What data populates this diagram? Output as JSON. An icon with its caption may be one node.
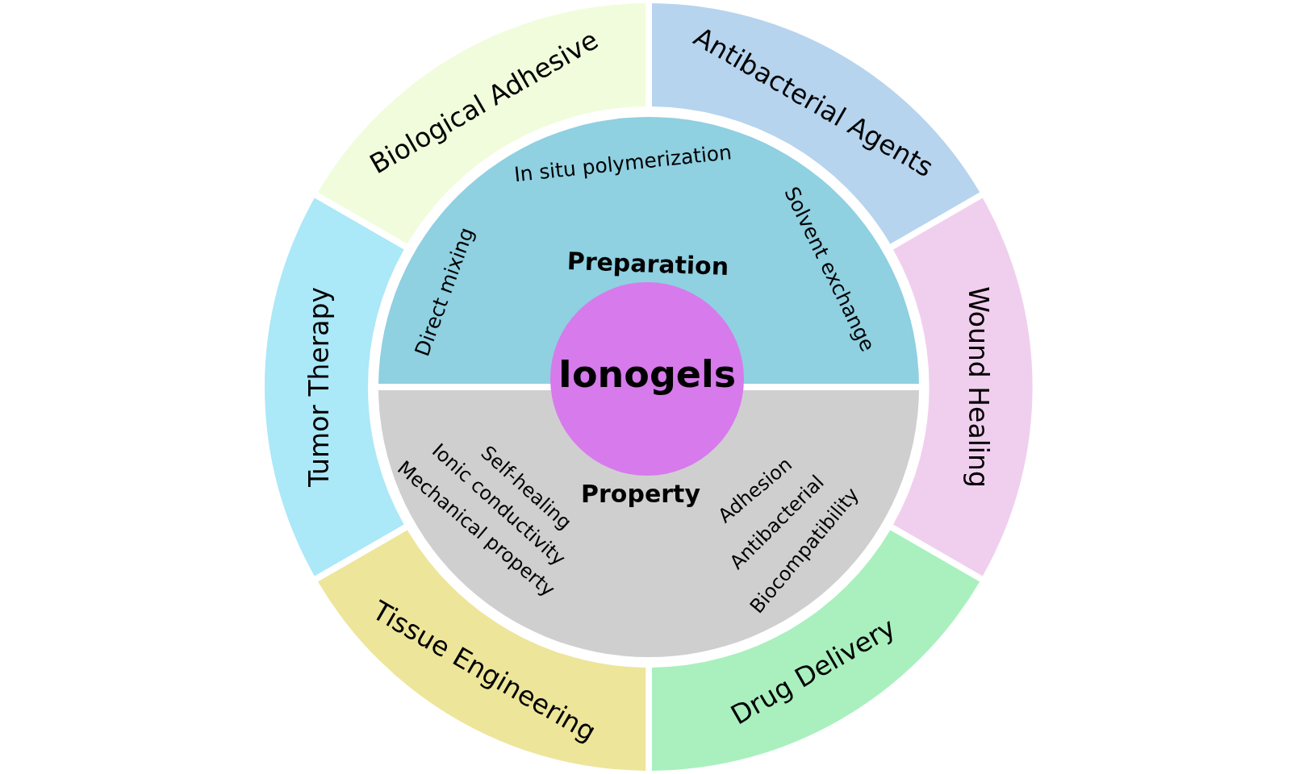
{
  "diagram": {
    "nodes": [
      {
        "text": [
          "Biological Adhesive"
        ]
      },
      {
        "text": [
          "Antibacterial Agents"
        ]
      },
      {
        "text": [
          "Preparation",
          "Direct mixing",
          "In situ polymerization",
          "Solvent exchange"
        ]
      },
      {
        "text": [
          "Ionogels"
        ]
      },
      {
        "text": [
          "Tumor Therapy"
        ]
      },
      {
        "text": [
          "Wound Healing"
        ]
      },
      {
        "text": [
          "Property",
          "Self-healing",
          "Ionic conductivity",
          "Mechanical property",
          "Adhesion",
          "Antibacterial",
          "Biocompatibility"
        ]
      },
      {
        "text": [
          "Tissue Engineering"
        ]
      },
      {
        "text": [
          "Drug Delivery"
        ]
      }
    ]
  }
}
